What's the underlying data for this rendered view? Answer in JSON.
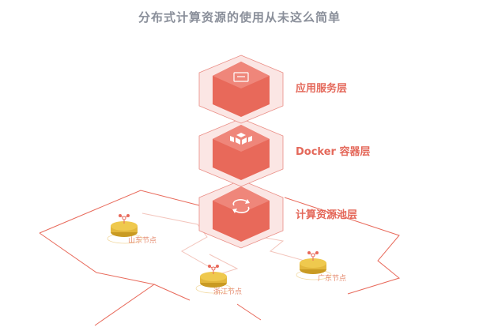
{
  "title": "分布式计算资源的使用从未这么简单",
  "layers": [
    {
      "label": "应用服务层",
      "icon": "app-window-icon"
    },
    {
      "label": "Docker 容器层",
      "icon": "docker-container-icon"
    },
    {
      "label": "计算资源池层",
      "icon": "refresh-cycle-icon"
    }
  ],
  "nodes": [
    {
      "label": "山东节点",
      "icon": "network-node-icon"
    },
    {
      "label": "浙江节点",
      "icon": "network-node-icon"
    },
    {
      "label": "广东节点",
      "icon": "network-node-icon"
    }
  ],
  "colors": {
    "accent": "#e8695a",
    "cube_face_light": "#f8dcda",
    "cube_line": "#ea8d85",
    "coin_gold": "#e3b73c",
    "coin_dark": "#c99a22",
    "title_gray": "#8a8f9a"
  }
}
